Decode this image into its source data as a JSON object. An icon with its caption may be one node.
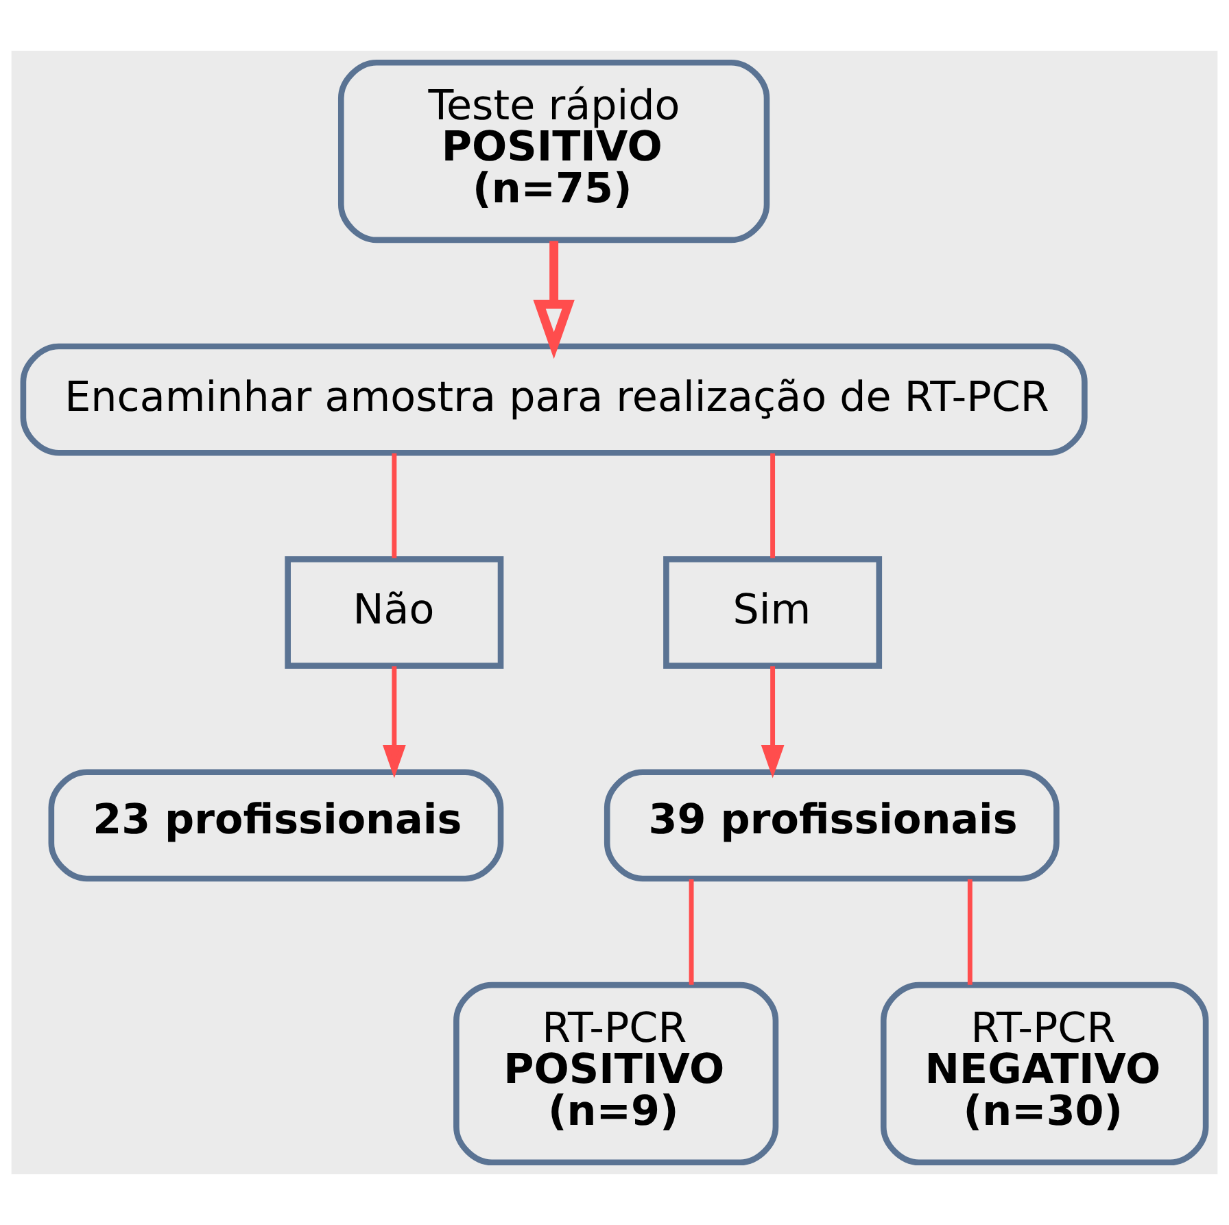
{
  "diagram": {
    "nodes": [
      {
        "text": [
          "Teste rápido",
          "POSITIVO",
          "(n=75)"
        ]
      },
      {
        "text": [
          "Encaminhar amostra para realização de RT-PCR"
        ]
      },
      {
        "text": [
          "Não"
        ]
      },
      {
        "text": [
          "Sim"
        ]
      },
      {
        "text": [
          "23 profissionais"
        ]
      },
      {
        "text": [
          "39 profissionais"
        ]
      },
      {
        "text": [
          "RT-PCR",
          "POSITIVO",
          "(n=9)"
        ]
      },
      {
        "text": [
          "RT-PCR",
          "NEGATIVO",
          "(n=30)"
        ]
      }
    ],
    "edges": [
      {
        "from": 0,
        "to": 1,
        "arrow": "to",
        "style": "thick"
      },
      {
        "from": 1,
        "to": 2,
        "arrow": "none"
      },
      {
        "from": 1,
        "to": 3,
        "arrow": "none"
      },
      {
        "from": 2,
        "to": 4,
        "arrow": "to"
      },
      {
        "from": 3,
        "to": 5,
        "arrow": "to"
      },
      {
        "from": 5,
        "to": 6,
        "arrow": "none"
      },
      {
        "from": 5,
        "to": 7,
        "arrow": "none"
      }
    ]
  }
}
